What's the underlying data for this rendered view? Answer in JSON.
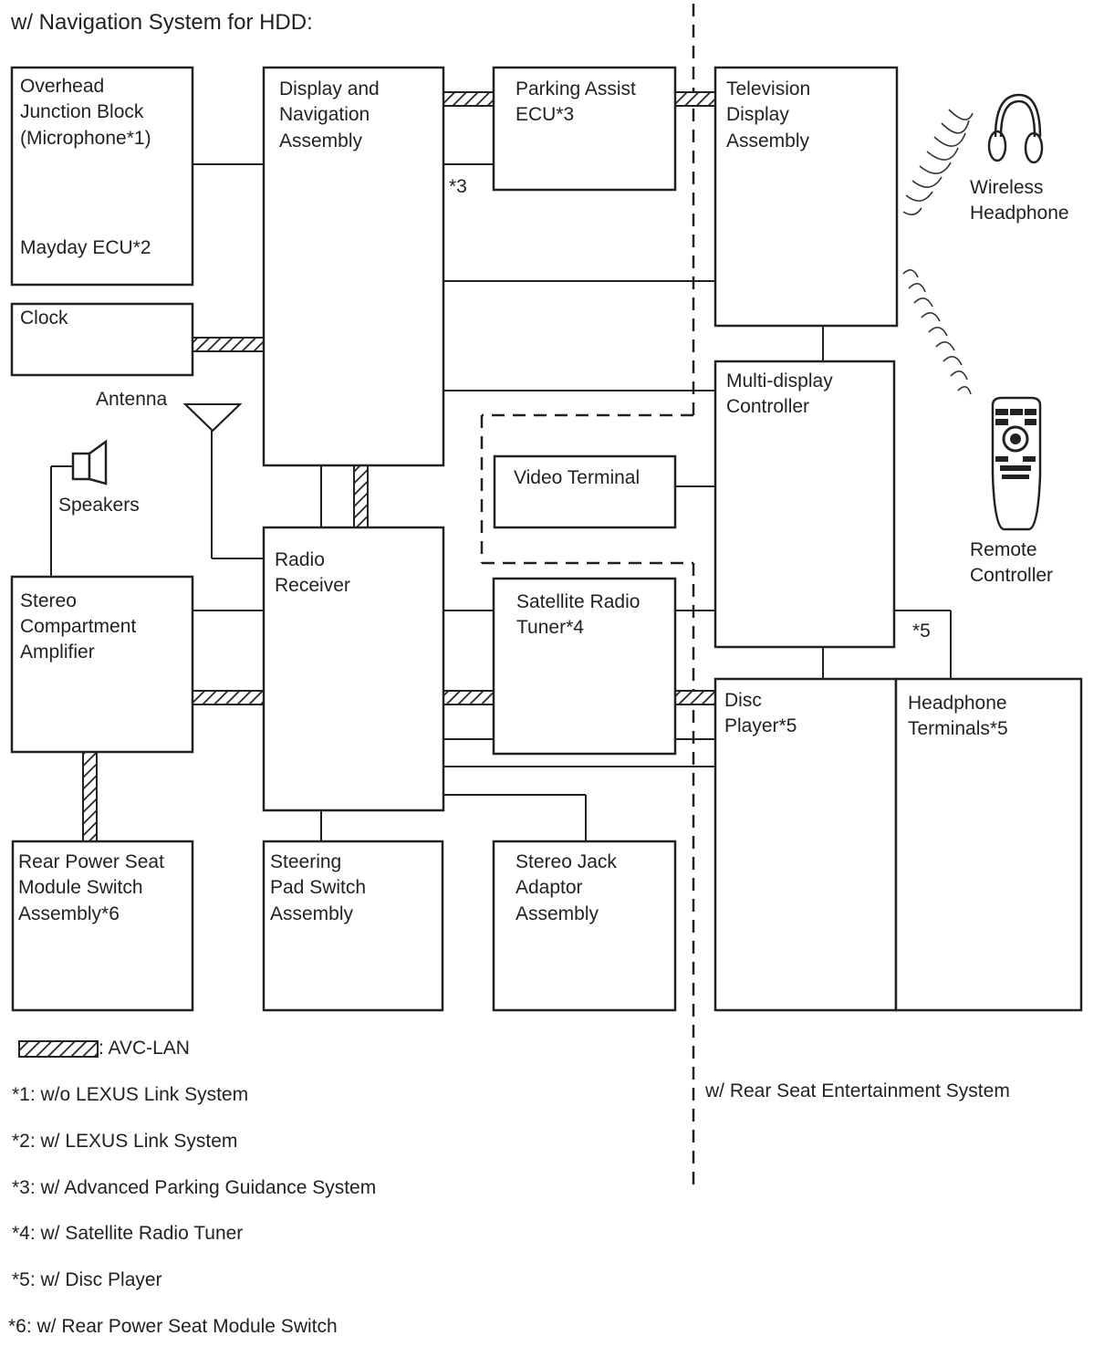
{
  "title": "w/ Navigation System for HDD:",
  "components": {
    "overhead_junction": [
      "Overhead",
      "Junction Block",
      "(Microphone*1)"
    ],
    "mayday_ecu": "Mayday ECU*2",
    "display_navigation": [
      "Display and",
      "Navigation",
      "Assembly"
    ],
    "parking_assist": [
      "Parking Assist",
      "ECU*3"
    ],
    "television_display": [
      "Television",
      "Display",
      "Assembly"
    ],
    "wireless_headphone": [
      "Wireless",
      "Headphone"
    ],
    "clock": "Clock",
    "antenna": "Antenna",
    "multi_display": [
      "Multi-display",
      "Controller"
    ],
    "video_terminal": "Video Terminal",
    "speakers": "Speakers",
    "radio_receiver": [
      "Radio",
      "Receiver"
    ],
    "remote_controller": [
      "Remote",
      "Controller"
    ],
    "stereo_amplifier": [
      "Stereo",
      "Compartment",
      "Amplifier"
    ],
    "satellite_tuner": [
      "Satellite Radio",
      "Tuner*4"
    ],
    "disc_player": [
      "Disc",
      "Player*5"
    ],
    "headphone_terminals": [
      "Headphone",
      "Terminals*5"
    ],
    "rear_power_seat": [
      "Rear Power Seat",
      "Module Switch",
      "Assembly*6"
    ],
    "steering_pad": [
      "Steering",
      "Pad Switch",
      "Assembly"
    ],
    "stereo_jack": [
      "Stereo Jack",
      "Adaptor",
      "Assembly"
    ]
  },
  "annotations": {
    "parking_note": "*3",
    "multi_display_note": "*5"
  },
  "legend": {
    "avc_lan": ": AVC-LAN",
    "notes": [
      "*1: w/o LEXUS Link System",
      "*2: w/ LEXUS Link System",
      "*3: w/ Advanced Parking Guidance System",
      "*4: w/ Satellite Radio Tuner",
      "*5: w/ Disc Player",
      "*6: w/ Rear Power Seat Module Switch"
    ]
  },
  "region_label": "w/ Rear Seat Entertainment System"
}
